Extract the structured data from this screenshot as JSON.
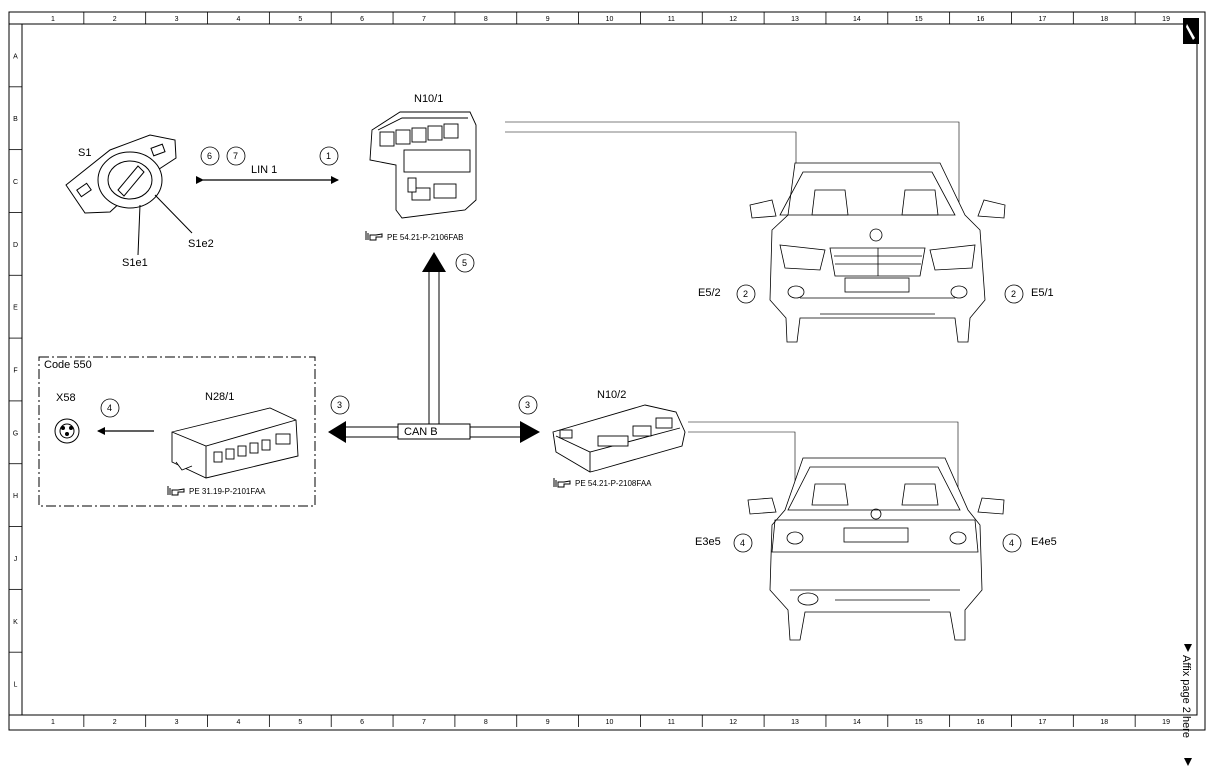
{
  "grid": {
    "columns": [
      "1",
      "2",
      "3",
      "4",
      "5",
      "6",
      "7",
      "8",
      "9",
      "10",
      "11",
      "12",
      "13",
      "14",
      "15",
      "16",
      "17",
      "18",
      "19"
    ],
    "rows": [
      "A",
      "B",
      "C",
      "D",
      "E",
      "F",
      "G",
      "H",
      "J",
      "K",
      "L"
    ]
  },
  "components": {
    "s1": "S1",
    "s1e1": "S1e1",
    "s1e2": "S1e2",
    "n10_1": "N10/1",
    "n10_1_ref": "PE 54.21-P-2106FAB",
    "n10_2": "N10/2",
    "n10_2_ref": "PE 54.21-P-2108FAA",
    "n28_1": "N28/1",
    "n28_1_ref": "PE 31.19-P-2101FAA",
    "x58": "X58",
    "code_box": "Code 550",
    "e5_2": "E5/2",
    "e5_1": "E5/1",
    "e3e5": "E3e5",
    "e4e5": "E4e5"
  },
  "links": {
    "lin": "LIN 1",
    "can": "CAN B"
  },
  "callouts": {
    "c1": "1",
    "c2a": "2",
    "c2b": "2",
    "c3a": "3",
    "c3b": "3",
    "c4a": "4",
    "c4b": "4",
    "c4c": "4",
    "c5": "5",
    "c6": "6",
    "c7": "7"
  },
  "margin_note": "Affix page 2 here",
  "icons": [
    "finger-pointer-icon",
    "pen-icon"
  ]
}
